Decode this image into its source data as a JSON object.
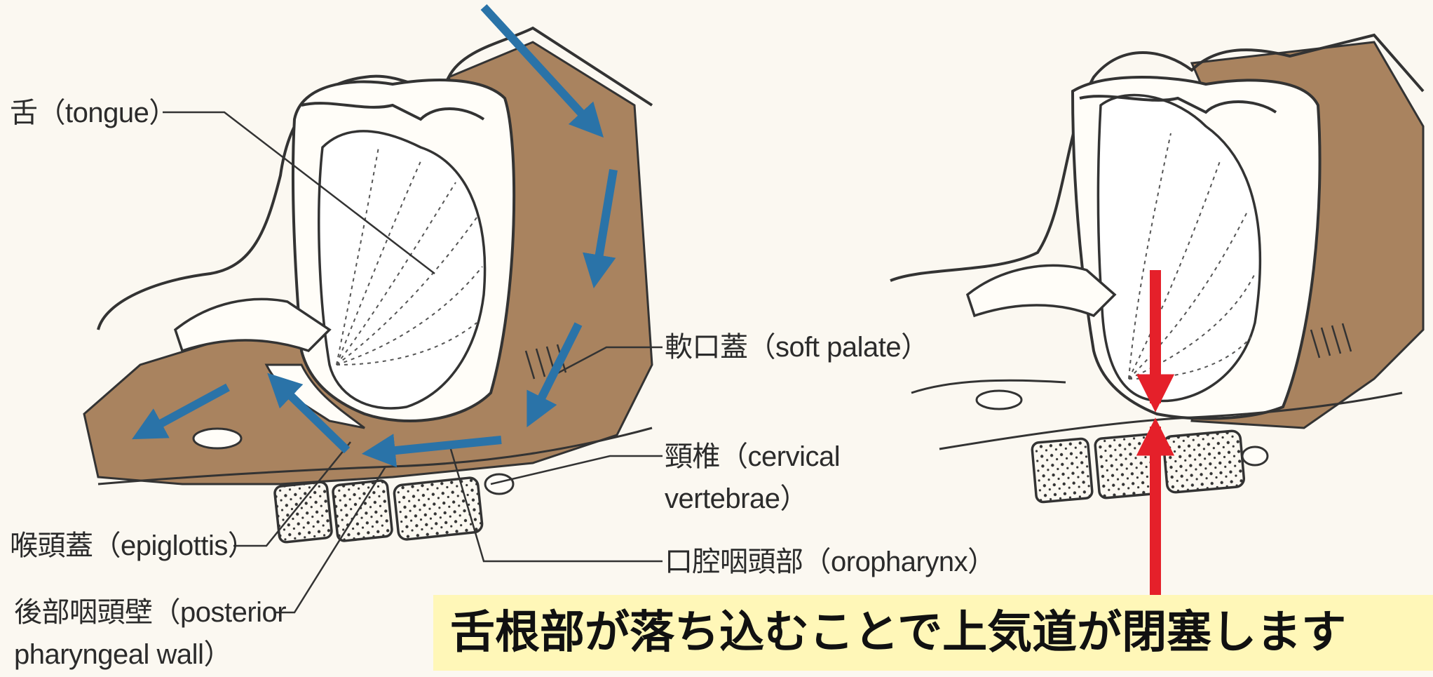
{
  "labels": {
    "tongue": "舌（tongue）",
    "soft_palate": "軟口蓋（soft palate）",
    "cervical_1": "頸椎（cervical",
    "cervical_2": "vertebrae）",
    "epiglottis": "喉頭蓋（epiglottis）",
    "oropharynx": "口腔咽頭部（oropharynx）",
    "posterior_1": "後部咽頭壁（posterior",
    "posterior_2": "pharyngeal wall）"
  },
  "caption": "舌根部が落ち込むことで上気道が閉塞します",
  "icons": {
    "airflow_arrows": "airflow-arrow-icon",
    "obstruction_arrows": "obstruction-arrow-icon"
  },
  "colors": {
    "tissue_brown": "#a9835f",
    "airflow_blue": "#2a73a8",
    "obstruction_red": "#e5202a",
    "caption_bg": "#fff7b8",
    "line": "#333333"
  }
}
